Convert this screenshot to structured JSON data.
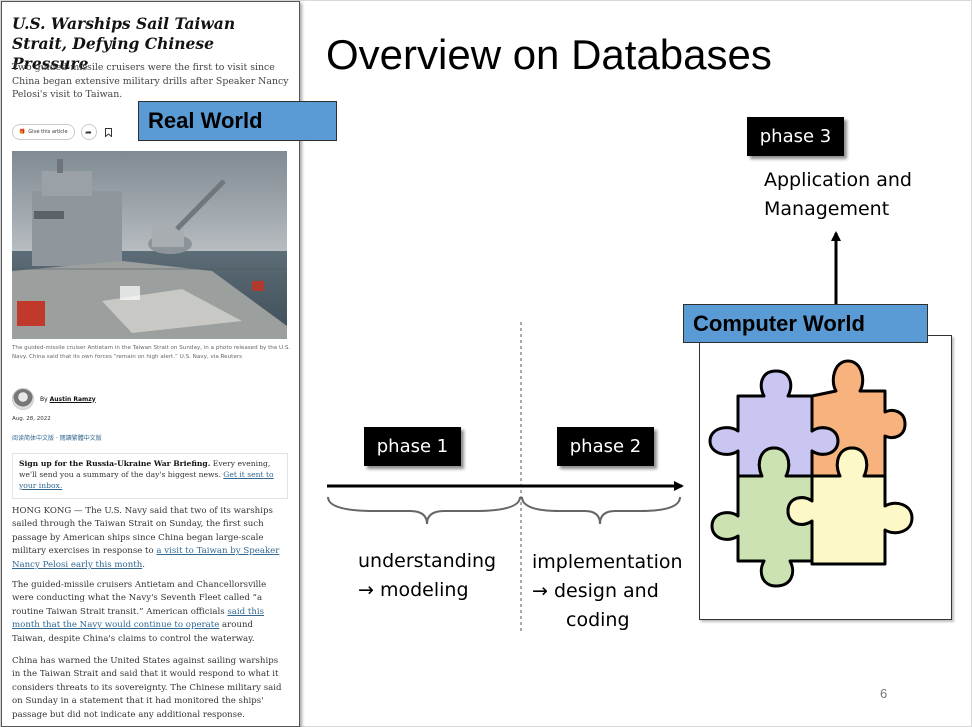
{
  "slide": {
    "title": "Overview on Databases",
    "page_number": "6",
    "real_world_label": "Real World",
    "computer_world_label": "Computer World",
    "phase1": {
      "label": "phase 1",
      "desc_line1": "understanding",
      "desc_line2": "→ modeling"
    },
    "phase2": {
      "label": "phase 2",
      "desc_line1": "implementation",
      "desc_line2": "→ design and",
      "desc_line3": "coding"
    },
    "phase3": {
      "label": "phase 3",
      "desc_line1": "Application and",
      "desc_line2": "Management"
    },
    "colors": {
      "label_blue": "#5b9bd5",
      "puzzle_purple": "#c9c6f2",
      "puzzle_orange": "#f7b27d",
      "puzzle_green": "#cde2b3",
      "puzzle_yellow": "#fdf8c8"
    }
  },
  "article": {
    "headline": "U.S. Warships Sail Taiwan Strait, Defying Chinese Pressure",
    "summary": "Two guided-missile cruisers were the first to visit since China began extensive military drills after Speaker Nancy Pelosi's visit to Taiwan.",
    "gift_label": "Give this article",
    "share_icon": "share-icon",
    "bookmark_icon": "bookmark-icon",
    "caption": "The guided-missile cruiser Antietam in the Taiwan Strait on Sunday, in a photo released by the U.S. Navy. China said that its own forces “remain on high alert.” U.S. Navy, via Reuters",
    "byline_prefix": "By",
    "author": "Austin Ramzy",
    "date": "Aug. 28, 2022",
    "lang_links": "阅读简体中文版 · 閱讀繁體中文版",
    "signup_bold": "Sign up for the Russia-Ukraine War Briefing.",
    "signup_text": " Every evening, we'll send you a summary of the day's biggest news. ",
    "signup_link": "Get it sent to your inbox.",
    "p1_text": "HONG KONG — The U.S. Navy said that two of its warships sailed through the Taiwan Strait on Sunday, the first such passage by American ships since China began large-scale military exercises in response to ",
    "p1_link": "a visit to Taiwan by Speaker Nancy Pelosi early this month",
    "p1_end": ".",
    "p2_text": "The guided-missile cruisers Antietam and Chancellorsville were conducting what the Navy's Seventh Fleet called “a routine Taiwan Strait transit.” American officials ",
    "p2_link": "said this month that the Navy would continue to operate",
    "p2_end": " around Taiwan, despite China's claims to control the waterway.",
    "p3_text": "China has warned the United States against sailing warships in the Taiwan Strait and said that it would respond to what it considers threats to its sovereignty. The Chinese military said on Sunday in a statement that it had monitored the ships' passage but did not indicate any additional response."
  }
}
